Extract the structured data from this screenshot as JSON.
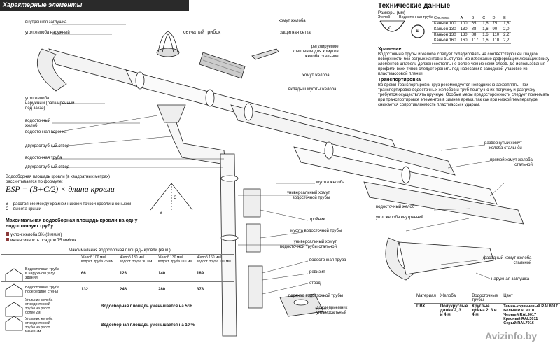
{
  "header": {
    "title": "Характерные элементы"
  },
  "labels_left": [
    {
      "id": "inner-corner",
      "text": "внутренняя заглушка"
    },
    {
      "id": "outer-corner",
      "text": "угол желоба наружный"
    },
    {
      "id": "outer-corner-ext",
      "text": "угол желоба\nнаружный (расширенный\nпод заказ)"
    },
    {
      "id": "gutter-label",
      "text": "водосточный\nжелоб"
    },
    {
      "id": "funnel",
      "text": "водосточная воронка"
    },
    {
      "id": "double-bend",
      "text": "двухраструбный отвод"
    },
    {
      "id": "pipe",
      "text": "водосточная труба"
    },
    {
      "id": "double-bend-2",
      "text": "двухраструбный отвод"
    }
  ],
  "labels_center": [
    {
      "id": "mesh-cap",
      "text": "сетчатый грибок"
    },
    {
      "id": "gutter-clamp",
      "text": "хомут желоба"
    },
    {
      "id": "protect-mesh",
      "text": "защитная сетка"
    },
    {
      "id": "adjust-bracket",
      "text": "регулируемое\nкрепление для хомутов\nжелоба стальное"
    },
    {
      "id": "gutter-clamp-2",
      "text": "хомут желоба"
    },
    {
      "id": "coupling",
      "text": "вкладыш муфты желоба"
    }
  ],
  "labels_right": [
    {
      "id": "coupling-gutter",
      "text": "муфта желоба"
    },
    {
      "id": "univ-clamp",
      "text": "универсальный хомут\nводосточной трубы"
    },
    {
      "id": "gutter-steel",
      "text": "водосточный желоб"
    },
    {
      "id": "inner-angle",
      "text": "угол желоба внутренний"
    },
    {
      "id": "tee",
      "text": "тройник"
    },
    {
      "id": "pipe-coupling",
      "text": "муфта водосточной трубы"
    },
    {
      "id": "univ-clamp-steel",
      "text": "универсальный хомут\nводосточной трубы стальной"
    },
    {
      "id": "pipe-2",
      "text": "водосточная труба"
    },
    {
      "id": "inspection",
      "text": "ревизия"
    },
    {
      "id": "outlet",
      "text": "отвод"
    },
    {
      "id": "pipe-transition",
      "text": "переход водосточной трубы"
    },
    {
      "id": "drain-univ",
      "text": "дождеприемник\nуниверсальный"
    },
    {
      "id": "end-cap-steel",
      "text": "развернутый хомут\nжелоба стальной"
    },
    {
      "id": "straight-clamp",
      "text": "прямой хомут желоба\nстальной"
    },
    {
      "id": "facade-clamp",
      "text": "фасадный хомут желоба\nстальной"
    },
    {
      "id": "outer-cap",
      "text": "наружная заглушка"
    }
  ],
  "tech": {
    "title": "Технические данные",
    "sizes_label": "Размеры (мм)",
    "sub_gutter": "Желоб",
    "sub_pipe": "Водосточная труба",
    "headers": [
      "Система",
      "A",
      "B",
      "C",
      "D",
      "E"
    ],
    "rows": [
      [
        "Каньон 100",
        "100",
        "65",
        "1,6",
        "75",
        "1,8"
      ],
      [
        "Каньон 130",
        "130",
        "88",
        "1,6",
        "90",
        "2,0"
      ],
      [
        "Каньон 130",
        "130",
        "88",
        "1,6",
        "110",
        "2,2"
      ],
      [
        "Каньон 160",
        "160",
        "117",
        "1,6",
        "110",
        "2,2"
      ]
    ],
    "storage_title": "Хранение",
    "storage_text": "Водосточные трубы и желоба следует складировать на соответствующей гладкой поверхности без острых кантов и выступов. Во избежание деформации лежащих внизу элементов штабель должен состоять не более чем из семи слоев. До использования профили всех типов следует хранить под навесами в заводской упаковке из пластмассовой пленки.",
    "transport_title": "Транспортировка",
    "transport_text": "Во время транспортировки груз рекомендуется неподвижно закреплять. При транспортировке водосточных желобов и труб поштучно их погрузку и разгрузку требуется осуществлять вручную. Особые меры предосторожности следует принимать при транспортировке элементов в зимнее время, так как при низкой температуре снижается сопротивляемость пластмассы к ударам."
  },
  "formula": {
    "intro": "Водосборная площадь кровли (в квадратных метрах)\nрассчитывается по формуле:",
    "expr": "ESP = (B+C/2) × длина кровли",
    "b_def": "B – расстояние между крайней нижней точкой кровли и коньком",
    "c_def": "C – высота крыши",
    "b_mark": "B",
    "c_mark": "C"
  },
  "area": {
    "title": "Максимальная водосборная площадь кровли на одну\nводосточную трубу:",
    "legend1": "уклон желоба 3% (3 мм/м)",
    "legend2": "интенсивность осадков 75 мм/сек",
    "table_title": "Максимальная водосборная площадь кровли (кв.м.)",
    "col_heads": [
      "Желоб 100 мм/\nводост. труба 75 мм",
      "Желоб 130 мм/\nводост. труба 90 мм",
      "Желоб 130 мм/\nводост. труба 110 мм",
      "Желоб 160 мм/\nводост. труба 110 мм"
    ],
    "rows": [
      {
        "label": "Водосточная труба\nв наружном углу\nздания",
        "values": [
          "66",
          "123",
          "140",
          "189"
        ]
      },
      {
        "label": "Водосточная труба\nпосередине стены",
        "values": [
          "132",
          "246",
          "280",
          "378"
        ]
      },
      {
        "label": "Угольник желоба\nот водосточной\nтрубы на расст.\nболее 2м",
        "values": [
          "Водосборная площадь уменьшается на 5 %"
        ]
      },
      {
        "label": "Угольник желоба\nот водосточной\nтрубы на расст.\nменее 2м",
        "values": [
          "Водосборная площадь уменьшается на 10 %"
        ]
      }
    ]
  },
  "material": {
    "heads": [
      "Материал",
      "Желоба",
      "Водосточные\nтрубы",
      "Цвет"
    ],
    "row": [
      "ПВХ",
      "Полукруглые\nдлина 2, 3\nи 4 м",
      "Круглые\nдлина 2, 3 и\n4 м",
      "Темно-коричневый RAL8017\nБелый RAL9010\nЧерный RAL9017\nКрасный RAL3011\nСерый RAL7016"
    ]
  },
  "watermark": "Avizinfo.by",
  "colors": {
    "header_bg": "#2a2a2a",
    "accent": "#8b3a3a"
  }
}
